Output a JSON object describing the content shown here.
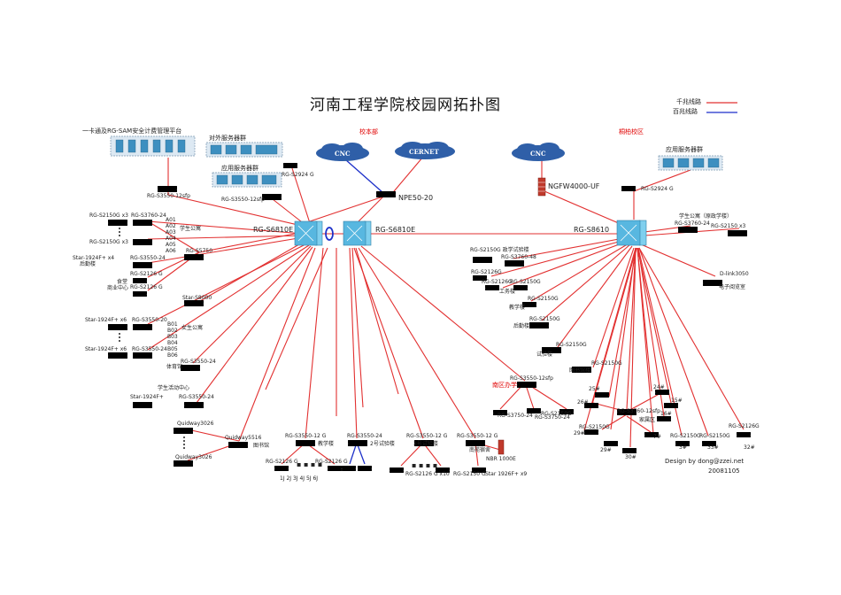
{
  "title": "河南工程学院校园网拓扑图",
  "legend": {
    "gigabit": "千兆线路",
    "hundredmeg": "百兆线路",
    "colors": {
      "gigabit": "#e23030",
      "hundredmeg": "#1c2fc9"
    }
  },
  "campus": {
    "main": "校本部",
    "second": "桐柏校区"
  },
  "clouds": {
    "cnc_main": "CNC",
    "cernet": "CERNET",
    "cnc_second": "CNC"
  },
  "core": {
    "s6810e_left": "RG-S6810E",
    "s6810e_right": "RG-S6810E",
    "s8610": "RG-S8610"
  },
  "edge": {
    "npe": "NPE50-20",
    "ngfw": "NGFW4000-UF"
  },
  "servers": {
    "card_platform": "一卡通及RG-SAM安全计费管理平台",
    "external": "对外服务器群",
    "application_main": "应用服务器群",
    "application_second": "应用服务器群"
  },
  "left_switches": {
    "s3550_12sfp_card": "RG-S3550-12sfp",
    "s3550_12sfp_app": "RG-S3550-12sfp",
    "s2924g_main": "RG-S2924 G",
    "s2150g_x3_a": "RG-S2150G x3",
    "s3760_24_a": "RG-S3760-24",
    "s2150g_x3_b": "RG-S2150G x3",
    "s3550_24_a": "RG-S3550-24",
    "star_1924": "Star-1924F+ x4",
    "s5750": "RG-S5750",
    "houqin": "后勤楼",
    "s2126g_canteen": "RG-S2126 G",
    "canteen": "食堂",
    "s2126g_commerce": "RG-S2126 G",
    "commerce": "商业中心",
    "student_apts": "学生公寓",
    "a_blocks": [
      "A01",
      "A02",
      "A03",
      "A04",
      "A05",
      "A06"
    ],
    "star_8000": "Star-S8000",
    "star_1924_b1": "Star-1924F+ x6",
    "s3550_20": "RG-S3550-20",
    "star_1924_b2": "Star-1924F+ x6",
    "s3550_24_b": "RG-S3550-24",
    "female_apts": "女生公寓",
    "b_blocks": [
      "B01",
      "B02",
      "B03",
      "B04",
      "B05",
      "B06"
    ],
    "s3550_24_c": "RG-S3550-24",
    "gym": "体育馆",
    "activity": "学生活动中心",
    "star_1924_c": "Star-1924F+",
    "s3550_24_d": "RG-S3550-24",
    "quidway_top": "Quidway3026",
    "quidway_bottom": "Quidway3026",
    "quidway_5516": "Quidway5516",
    "library": "图书馆"
  },
  "bottom_switches": {
    "s3550_12g_a": "RG-S3550-12 G",
    "teaching": "教学楼",
    "s2126g_a": "RG-S2126 G",
    "s2126g_b": "RG-S2126 G",
    "buildings": "1J 2J 3J 4J 5J 6J",
    "s3550_24": "RG-S3550-24",
    "lab2": "2号试验楼",
    "s3550_12g_b": "RG-S3550-12 G",
    "lab3": "3号试验楼",
    "s3550_12g_c": "RG-S3550-12 G",
    "s2126g_x10": "RG-S2126 G x10",
    "s2150g_star": "RG-S2150 G",
    "star_1926": "Star 1926F+ x9",
    "south_apts": "南苑宿舍",
    "nbr": "NBR 1000E"
  },
  "south_admin": {
    "label": "南区办学楼",
    "s3550_12sfp": "RG-S3550-12sfp",
    "s3750_24_a": "RG-S3750-24",
    "s3750_24_b": "RG-S3750-24",
    "s2150g": "RG-S2150G"
  },
  "right_switches": {
    "s2924g": "RG-S2924 G",
    "student_apts": "学生公寓（原政学楼）",
    "s3760_24": "RG-S3760-24",
    "s2150_x3": "RG-S2150 x3",
    "s2150g_admin": "RG-S2150G 政学试验楼",
    "s3760_48": "RG-S3760-48",
    "s2126g_a": "RG-S2126G",
    "s2126g_b": "RG-S2126G",
    "s2150g_work": "RG-S2150G",
    "work_bldg": "工务楼",
    "s2150g_teach": "RG-S2150G",
    "teach_bldg": "教学楼",
    "s2150g_houqin": "RG-S2150G",
    "houqin": "后勤楼",
    "s2150g_lab": "RG-S2150G",
    "lab": "试验楼",
    "dlink": "D-link3050",
    "e_reading": "电子阅览室",
    "s2150g_lib": "RG-S2150G",
    "library_info": "图书馆楼",
    "s3760_12sfp": "RG-S3760-12sfp",
    "home_apts": "家属区",
    "s2150g_left": "RG-S2150G",
    "s2150g_r1": "RG-S2150G",
    "s2150g_r2": "RG-S2150G",
    "s2126g_r": "RG-S2126G",
    "buildings": [
      "25#",
      "24#",
      "26#",
      "15#",
      "16#",
      "29#",
      "7#",
      "29#",
      "30#",
      "3#",
      "33#",
      "32#"
    ]
  },
  "credit": {
    "line1": "Design by dong@zzei.net",
    "line2": "20081105"
  }
}
